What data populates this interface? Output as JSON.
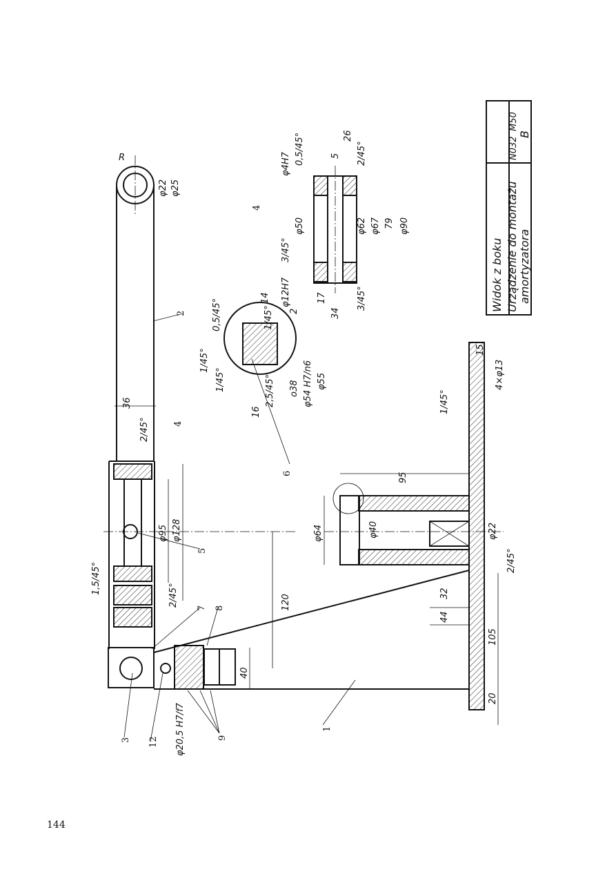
{
  "page_number": "144",
  "title_block": {
    "view": "Widok z boku",
    "name_line1": "Urządzenie do montażu",
    "name_line2": "amortyzatora",
    "code": "N032",
    "sheet": "M50",
    "format": "B"
  },
  "part_numbers": [
    "1",
    "2",
    "3",
    "4",
    "4",
    "5",
    "6",
    "7",
    "8",
    "9",
    "12"
  ],
  "dims_arm": [
    "φ22",
    "φ25",
    "R",
    "36",
    "2/45°",
    "φ95",
    "φ128",
    "1,5/45°",
    "2/45°",
    "120",
    "40",
    "φ20,5 H7/f7"
  ],
  "dims_base": [
    "95",
    "φ64",
    "φ40",
    "φ22",
    "2/45°",
    "32",
    "44",
    "105",
    "20",
    "15",
    "4×φ13",
    "1/45°"
  ],
  "dims_detail6": [
    "0,5/45°",
    "14",
    "2",
    "1/45°",
    "1/45°",
    "1/45°",
    "16",
    "2,5/45°",
    "o38",
    "φ54 H7/n6",
    "φ55"
  ],
  "dims_part4": [
    "φ4H7",
    "0,5/45°",
    "5",
    "26",
    "2/45°",
    "3/45°",
    "φ50",
    "φ62",
    "φ67",
    "79",
    "φ90",
    "φ12H7",
    "17",
    "34",
    "3/45°"
  ]
}
